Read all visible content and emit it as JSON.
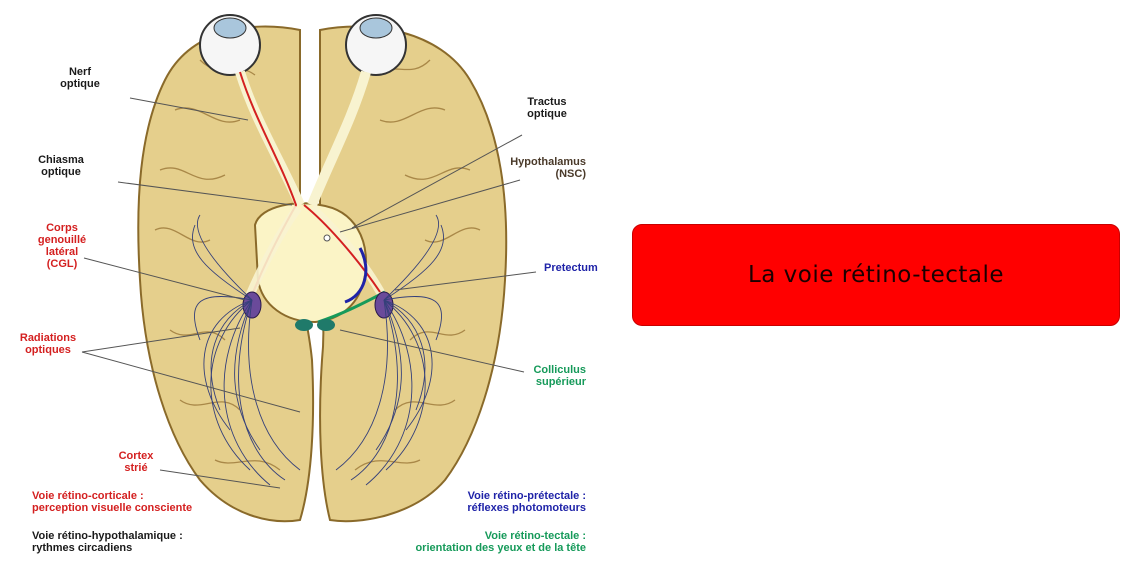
{
  "labels": {
    "nerf_optique": "Nerf\noptique",
    "chiasma_optique": "Chiasma\noptique",
    "cgl": "Corps\ngenouillé\nlatéral\n(CGL)",
    "radiations_optiques": "Radiations\noptiques",
    "cortex_strie": "Cortex\nstrié",
    "tractus_optique": "Tractus\noptique",
    "hypothalamus": "Hypothalamus\n(NSC)",
    "pretectum": "Pretectum",
    "colliculus": "Colliculus\nsupérieur"
  },
  "legend": {
    "retino_corticale": "Voie rétino-corticale :\nperception visuelle consciente",
    "retino_hypothalamique": "Voie rétino-hypothalamique :\nrythmes circadiens",
    "retino_pretectale": "Voie rétino-prétectale :\nréflexes photomoteurs",
    "retino_tectale": "Voie rétino-tectale :\norientation des yeux et de la tête"
  },
  "title_box": {
    "text": "La voie rétino-tectale"
  },
  "colors": {
    "brain": "#e5cf8c",
    "brain_outline": "#8a6a2a",
    "title_background": "#ff0000",
    "cortical_pathway": "#d42020",
    "pretectal_pathway": "#1f23a8",
    "tectal_pathway": "#169a5a"
  }
}
